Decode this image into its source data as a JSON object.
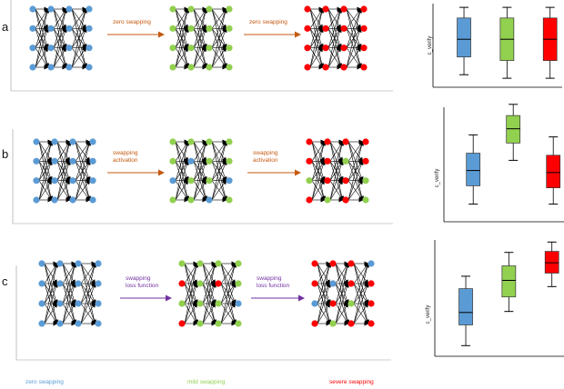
{
  "colors": {
    "blue": "#5b9bd5",
    "blue_dark": "#2e6fa8",
    "green": "#92d050",
    "red": "#ff0000",
    "arrow_orange": "#c55a11",
    "arrow_purple": "#7030a0",
    "edge": "#000000"
  },
  "panels": [
    {
      "letter": "a",
      "arrow1_label": [
        "zero swapping"
      ],
      "arrow2_label": [
        "zero swapping"
      ],
      "arrow_color_key": "arrow_orange",
      "net1": "blue",
      "net2": "green",
      "net3": "red",
      "axis_label": "c_verify",
      "boxes": [
        {
          "color": "blue",
          "whisker_lo": 0.1,
          "q1": 0.35,
          "median": 0.6,
          "q3": 0.9,
          "whisker_hi": 1.05
        },
        {
          "color": "green",
          "whisker_lo": 0.05,
          "q1": 0.3,
          "median": 0.6,
          "q3": 0.9,
          "whisker_hi": 1.05
        },
        {
          "color": "red",
          "whisker_lo": 0.05,
          "q1": 0.3,
          "median": 0.6,
          "q3": 0.9,
          "whisker_hi": 1.05
        }
      ]
    },
    {
      "letter": "b",
      "arrow1_label": [
        "swapping",
        "activation"
      ],
      "arrow2_label": [
        "swapping",
        "activation"
      ],
      "arrow_color_key": "arrow_orange",
      "net1": "blue",
      "net2": "mixed_green",
      "net3": "mixed_red",
      "axis_label": "c_verify",
      "boxes": [
        {
          "color": "blue",
          "whisker_lo": 0.12,
          "q1": 0.3,
          "median": 0.45,
          "q3": 0.62,
          "whisker_hi": 0.8
        },
        {
          "color": "green",
          "whisker_lo": 0.55,
          "q1": 0.72,
          "median": 0.86,
          "q3": 0.99,
          "whisker_hi": 1.1
        },
        {
          "color": "red",
          "whisker_lo": 0.12,
          "q1": 0.28,
          "median": 0.43,
          "q3": 0.6,
          "whisker_hi": 0.78
        }
      ]
    },
    {
      "letter": "c",
      "arrow1_label": [
        "swapping",
        "loss function"
      ],
      "arrow2_label": [
        "swapping",
        "loss function"
      ],
      "arrow_color_key": "arrow_purple",
      "net1": "blue",
      "net2": "mixed_green_c",
      "net3": "mixed_red_c",
      "axis_label": "c_verify",
      "boxes": [
        {
          "color": "blue",
          "whisker_lo": 0.05,
          "q1": 0.25,
          "median": 0.37,
          "q3": 0.6,
          "whisker_hi": 0.72
        },
        {
          "color": "green",
          "whisker_lo": 0.38,
          "q1": 0.52,
          "median": 0.68,
          "q3": 0.82,
          "whisker_hi": 0.95
        },
        {
          "color": "red",
          "whisker_lo": 0.62,
          "q1": 0.75,
          "median": 0.85,
          "q3": 0.96,
          "whisker_hi": 1.05
        }
      ]
    }
  ],
  "legend": [
    {
      "label": "zero swapping",
      "color": "blue"
    },
    {
      "label": "mild swapping",
      "color": "green"
    },
    {
      "label": "severe swapping",
      "color": "red"
    }
  ]
}
